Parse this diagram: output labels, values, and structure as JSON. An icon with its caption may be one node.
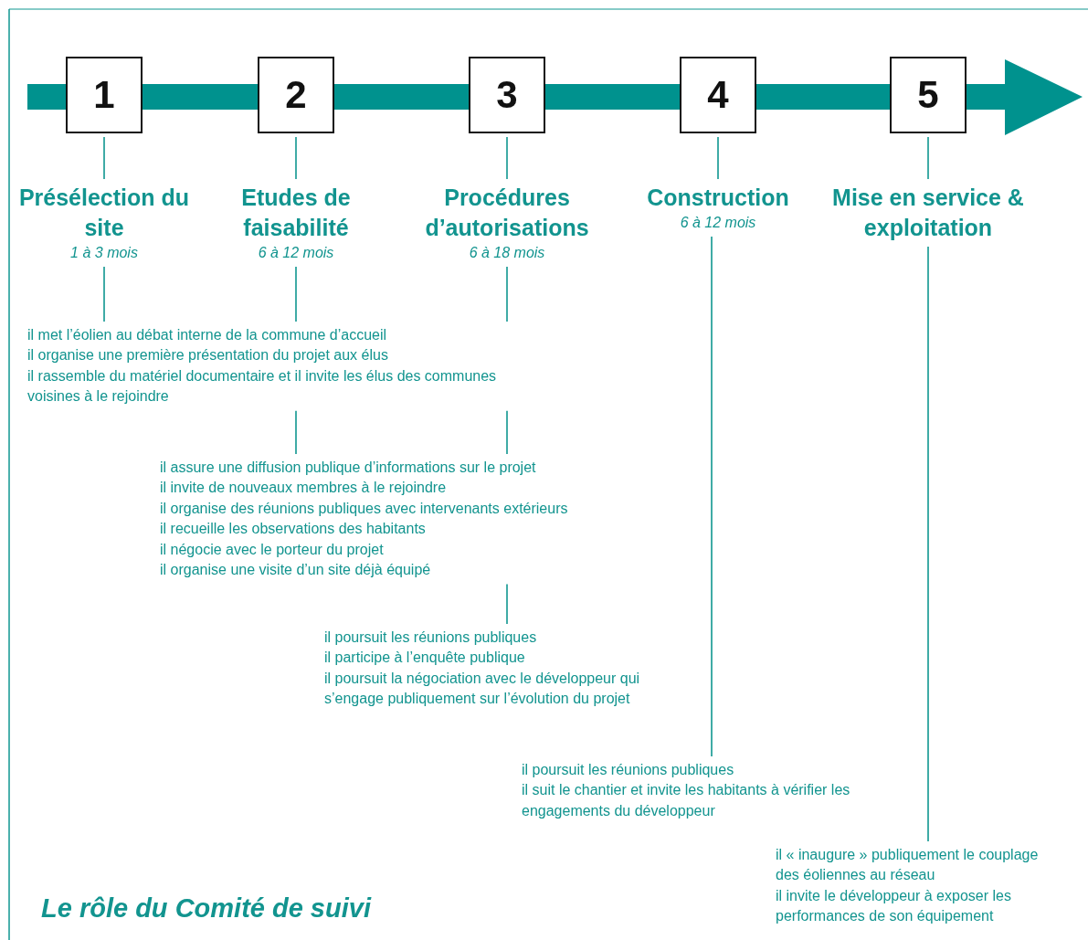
{
  "diagram": {
    "caption": "Le rôle du Comité de suivi",
    "nodes": [
      {
        "text": [
          "1"
        ]
      },
      {
        "text": [
          "2"
        ]
      },
      {
        "text": [
          "3"
        ]
      },
      {
        "text": [
          "4"
        ]
      },
      {
        "text": [
          "5"
        ]
      },
      {
        "text": [
          "Présélection du site"
        ],
        "beside": [
          "1 à 3 mois"
        ]
      },
      {
        "text": [
          "Etudes de faisabilité"
        ],
        "beside": [
          "6 à 12 mois"
        ]
      },
      {
        "text": [
          "Procédures d’autorisations"
        ],
        "beside": [
          "6 à 18 mois"
        ]
      },
      {
        "text": [
          "Construction"
        ],
        "beside": [
          "6 à 12 mois"
        ]
      },
      {
        "text": [
          "Mise en service & exploitation"
        ]
      },
      {
        "text": [
          "il met l’éolien au débat interne de la commune d’accueil",
          "il organise une première présentation du projet aux élus",
          "il rassemble du matériel documentaire et il invite les élus des communes voisines à le rejoindre"
        ]
      },
      {
        "text": [
          "il assure une diffusion publique d’informations sur le projet",
          "il invite de nouveaux membres à le rejoindre",
          "il organise des réunions publiques avec intervenants extérieurs",
          "il recueille les observations des habitants",
          "il négocie avec le porteur du projet",
          "il organise une visite d’un site déjà équipé"
        ]
      },
      {
        "text": [
          "il poursuit les réunions publiques",
          "il participe à l’enquête publique",
          "il poursuit la négociation avec le développeur qui s’engage publiquement sur l’évolution du projet"
        ]
      },
      {
        "text": [
          "il poursuit les réunions publiques",
          "il suit le chantier et invite les habitants à vérifier les engagements du développeur"
        ]
      },
      {
        "text": [
          "il « inaugure » publiquement le couplage des éoliennes au réseau",
          "il invite le développeur à exposer les performances de son équipement"
        ]
      }
    ],
    "edges": [
      {
        "from": 0,
        "to": 5,
        "arrow": "none"
      },
      {
        "from": 1,
        "to": 6,
        "arrow": "none"
      },
      {
        "from": 2,
        "to": 7,
        "arrow": "none"
      },
      {
        "from": 3,
        "to": 8,
        "arrow": "none"
      },
      {
        "from": 4,
        "to": 9,
        "arrow": "none"
      },
      {
        "from": 5,
        "to": 10,
        "arrow": "none"
      },
      {
        "from": 6,
        "to": 10,
        "arrow": "none"
      },
      {
        "from": 7,
        "to": 10,
        "arrow": "none"
      },
      {
        "from": 10,
        "to": 11,
        "arrow": "none"
      },
      {
        "from": 10,
        "to": 11,
        "arrow": "none"
      },
      {
        "from": 11,
        "to": 12,
        "arrow": "none"
      },
      {
        "from": 8,
        "to": 13,
        "arrow": "none"
      },
      {
        "from": 9,
        "to": 14,
        "arrow": "none"
      }
    ]
  }
}
